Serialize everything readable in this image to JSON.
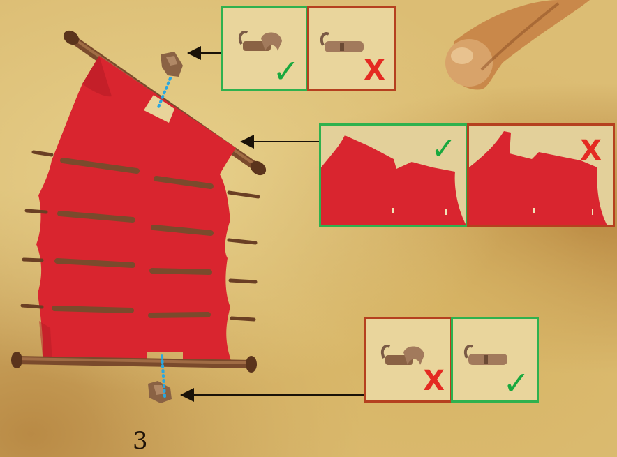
{
  "page_number": "3",
  "marks": {
    "check": "✓",
    "cross": "X"
  },
  "colors": {
    "banner_red": "#d9252f",
    "pole_brown": "#7a4a2c",
    "good_border": "#2fb14e",
    "bad_border": "#b5401f",
    "check_green": "#19a83e",
    "cross_red": "#e42a22",
    "connector_blue": "#2aa7e0"
  },
  "panels": {
    "top": [
      {
        "part": "open-hook-clip",
        "verdict": "correct"
      },
      {
        "part": "closed-hook-clip",
        "verdict": "incorrect"
      }
    ],
    "middle": [
      {
        "part": "banner-corner-fold-notched",
        "verdict": "correct"
      },
      {
        "part": "banner-corner-fold-tab",
        "verdict": "incorrect"
      }
    ],
    "bottom": [
      {
        "part": "open-hook-clip",
        "verdict": "incorrect"
      },
      {
        "part": "closed-hook-clip",
        "verdict": "correct"
      }
    ]
  }
}
